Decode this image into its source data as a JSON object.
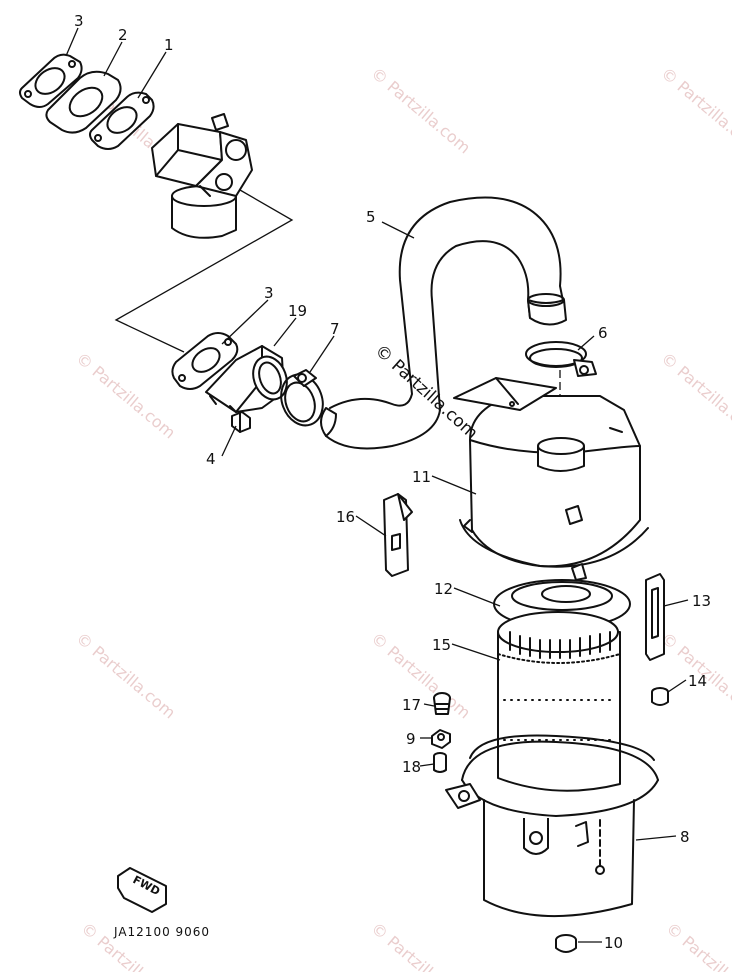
{
  "watermark": {
    "text": "© Partzilla.com"
  },
  "callouts": {
    "c1": "1",
    "c2": "2",
    "c3a": "3",
    "c3b": "3",
    "c4": "4",
    "c5": "5",
    "c6": "6",
    "c7": "7",
    "c8": "8",
    "c9": "9",
    "c10": "10",
    "c11": "11",
    "c12": "12",
    "c13": "13",
    "c14": "14",
    "c15": "15",
    "c16": "16",
    "c17": "17",
    "c18": "18",
    "c19": "19"
  },
  "fwd_label": "FWD",
  "diagram_code": "JA12100 9060"
}
